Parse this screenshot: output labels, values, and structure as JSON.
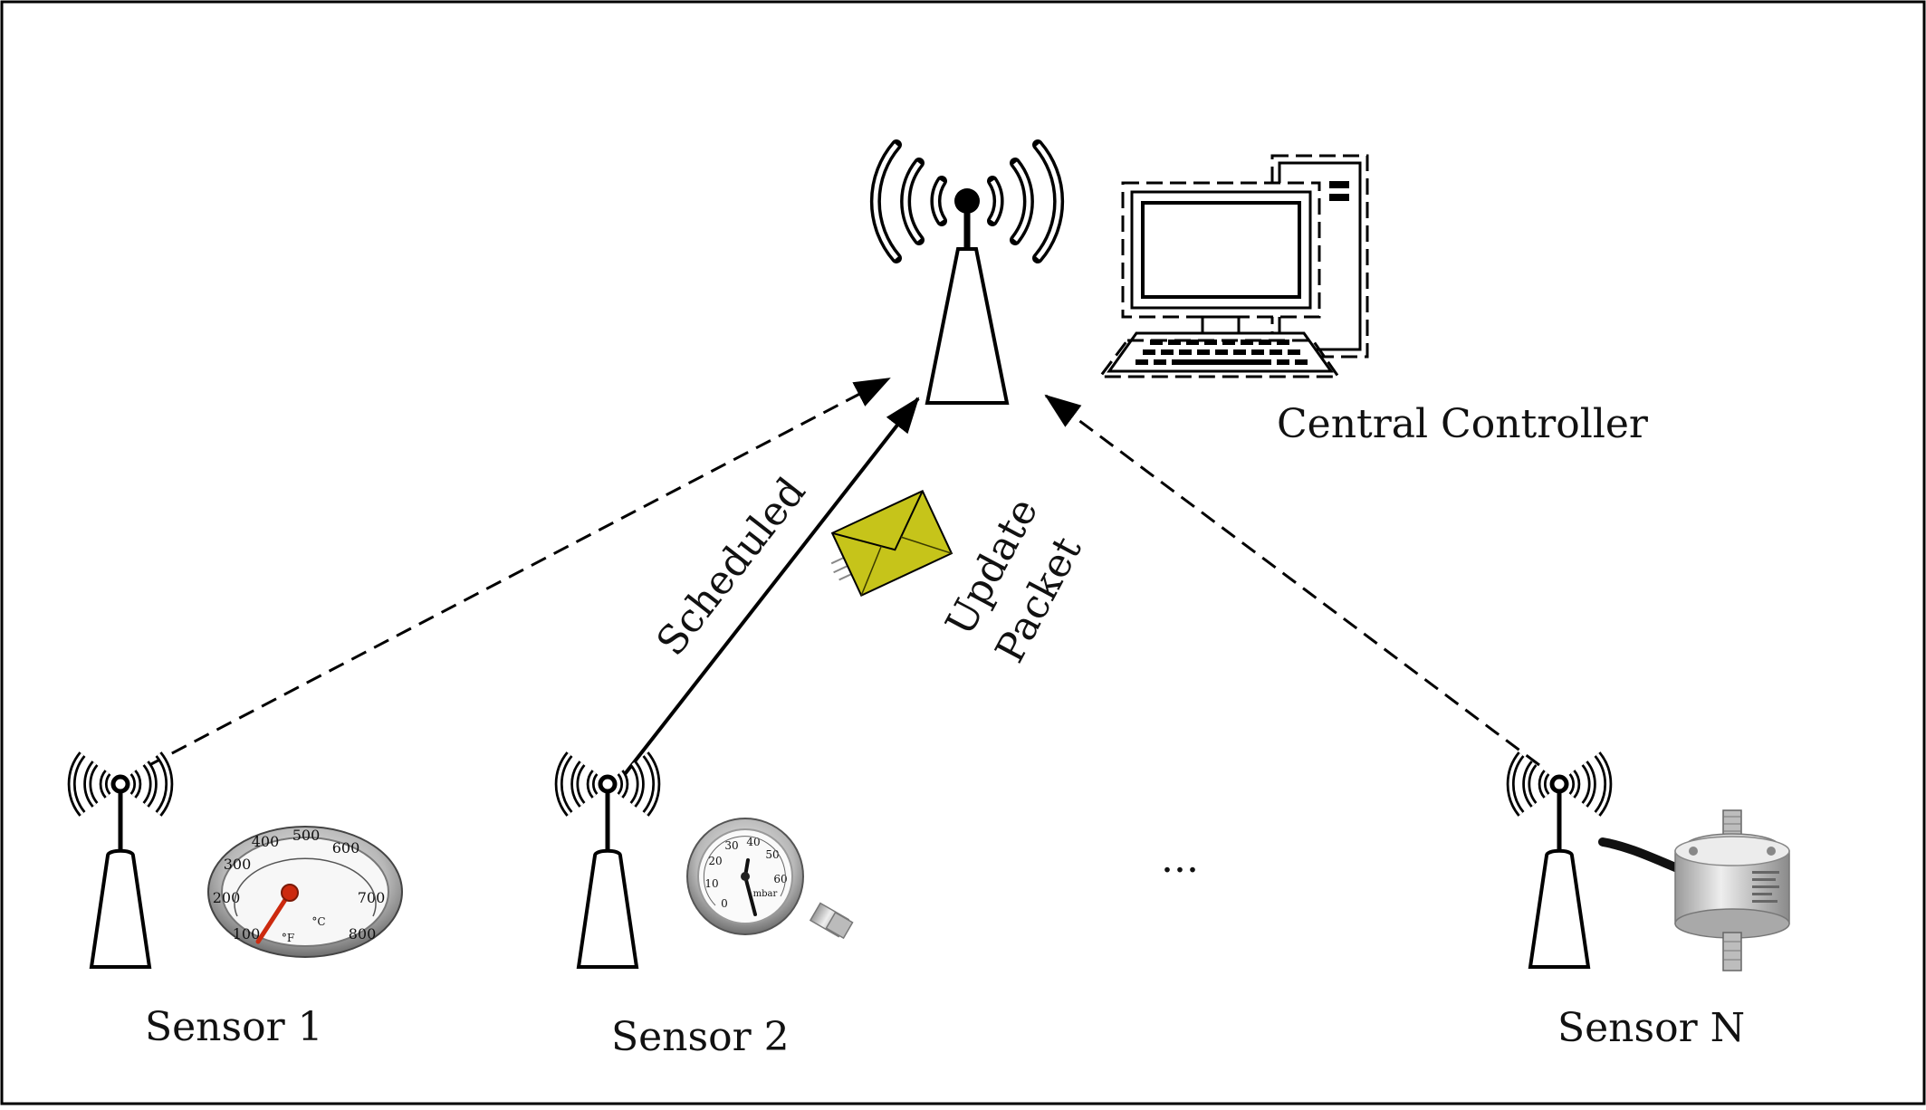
{
  "central": {
    "label": "Central Controller"
  },
  "link": {
    "scheduled_label": "Scheduled",
    "packet_label_line1": "Update",
    "packet_label_line2": "Packet",
    "packet_color": "#c6c41a"
  },
  "sensors": [
    {
      "label": "Sensor 1",
      "device": "thermometer"
    },
    {
      "label": "Sensor 2",
      "device": "pressure-gauge"
    },
    {
      "label": "Sensor N",
      "device": "load-cell"
    }
  ],
  "ellipsis": "...",
  "gauges": {
    "thermo_outer_ticks": [
      "100",
      "200",
      "300",
      "400",
      "500",
      "600",
      "700",
      "800"
    ],
    "thermo_unit_c": "°C",
    "thermo_unit_f": "°F",
    "pressure_ticks": [
      "0",
      "10",
      "20",
      "30",
      "40",
      "50",
      "60"
    ],
    "pressure_unit": "mbar"
  }
}
